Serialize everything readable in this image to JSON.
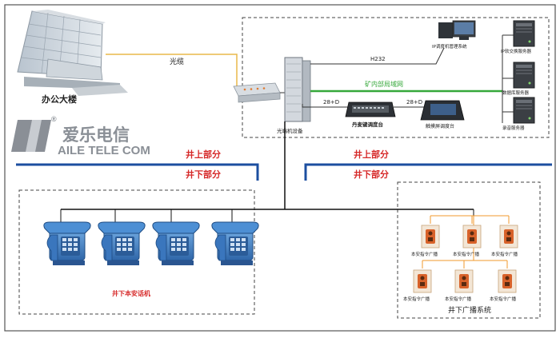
{
  "labels": {
    "office_building": "办公大楼",
    "fiber": "光缆",
    "h232": "H232",
    "mine_lan": "矿内部局域网",
    "link_left": "28+D",
    "link_right": "28+D",
    "optical_switch": "光端机设备",
    "dispatch_console": "丹麦键调度台",
    "touch_console": "触摸屏调度台",
    "dispatch_mgmt": "IP调度机管理系统",
    "ip_server": "IP软交换服务器",
    "db_server": "数据库服务器",
    "rec_server": "录音服务器",
    "above_left": "井上部分",
    "below_left": "井下部分",
    "above_right": "井上部分",
    "below_right": "井下部分",
    "phones_caption": "井下本安话机",
    "broadcast_caption": "井下广播系统",
    "speaker_label": "本安指令广播"
  },
  "logo": {
    "cn": "爱乐电信",
    "en": "AILE TELE COM",
    "reg": "®"
  },
  "colors": {
    "lan": "#35a83a",
    "fiber": "#e8b84a",
    "divider": "#1c4fa0",
    "title_red": "#d62828",
    "phone_blue": "#3f7fc7",
    "speaker_orange": "#f29a2e"
  }
}
